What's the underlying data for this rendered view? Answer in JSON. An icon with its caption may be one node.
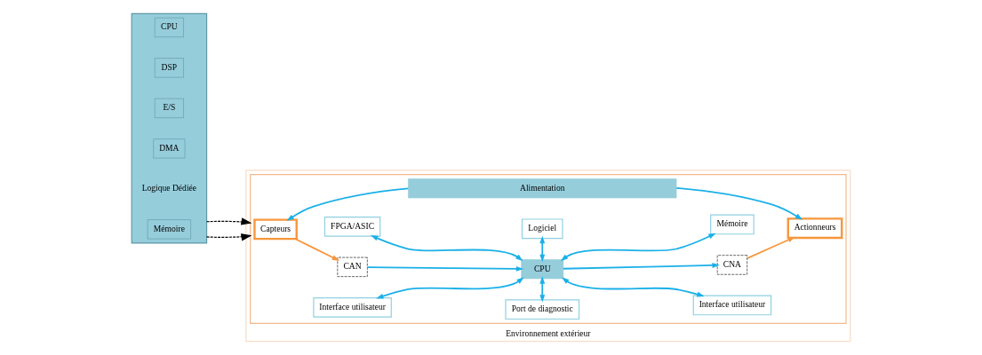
{
  "diagram": {
    "nodes": [
      {
        "text": [],
        "shape": "box"
      },
      {
        "text": [
          "CPU"
        ],
        "in": 0
      },
      {
        "text": [
          "DSP"
        ],
        "in": 0
      },
      {
        "text": [
          "E/S"
        ],
        "in": 0
      },
      {
        "text": [
          "DMA"
        ],
        "in": 0
      },
      {
        "text": [
          "Logique Dédiée"
        ],
        "in": 0
      },
      {
        "text": [
          "Mémoire"
        ],
        "in": 0
      },
      {
        "text": [
          "Environnement extérieur"
        ]
      },
      {
        "text": [],
        "shape": "box",
        "in": 7
      },
      {
        "text": [
          "FPGA/ASIC"
        ],
        "in": 8
      },
      {
        "text": [
          "Logiciel"
        ],
        "in": 8
      },
      {
        "text": [
          "Mémoire"
        ],
        "in": 8
      },
      {
        "text": [
          "Capteurs"
        ],
        "in": 8
      },
      {
        "text": [
          "CAN"
        ],
        "in": 8
      },
      {
        "text": [
          "CPU"
        ],
        "in": 8
      },
      {
        "text": [
          "CNA"
        ],
        "in": 8
      },
      {
        "text": [
          "Actionneurs"
        ],
        "in": 8
      },
      {
        "text": [
          "Interface utilisateur"
        ],
        "in": 8
      },
      {
        "text": [
          "Port de diagnostic"
        ],
        "in": 8
      },
      {
        "text": [
          "Interface utilisateur"
        ],
        "in": 8
      },
      {
        "text": [
          "Alimentation"
        ],
        "in": 8
      }
    ],
    "edges": [
      {
        "from": 0,
        "to": 8,
        "arrow": "to",
        "style": "dashed",
        "color": "#000000"
      },
      {
        "from": 0,
        "to": 8,
        "arrow": "to",
        "style": "dashed",
        "color": "#000000"
      },
      {
        "from": 9,
        "to": 14,
        "arrow": "both"
      },
      {
        "from": 10,
        "to": 14,
        "arrow": "both"
      },
      {
        "from": 11,
        "to": 14,
        "arrow": "both"
      },
      {
        "from": 12,
        "to": 13,
        "arrow": "to",
        "color": "#f7963c"
      },
      {
        "from": 13,
        "to": 14,
        "arrow": "to"
      },
      {
        "from": 14,
        "to": 15,
        "arrow": "to"
      },
      {
        "from": 15,
        "to": 16,
        "arrow": "to",
        "color": "#f7963c"
      },
      {
        "from": 17,
        "to": 14,
        "arrow": "both"
      },
      {
        "from": 18,
        "to": 14,
        "arrow": "both"
      },
      {
        "from": 19,
        "to": 14,
        "arrow": "both"
      },
      {
        "from": 20,
        "to": 12,
        "arrow": "to"
      },
      {
        "from": 20,
        "to": 16,
        "arrow": "to"
      }
    ]
  }
}
